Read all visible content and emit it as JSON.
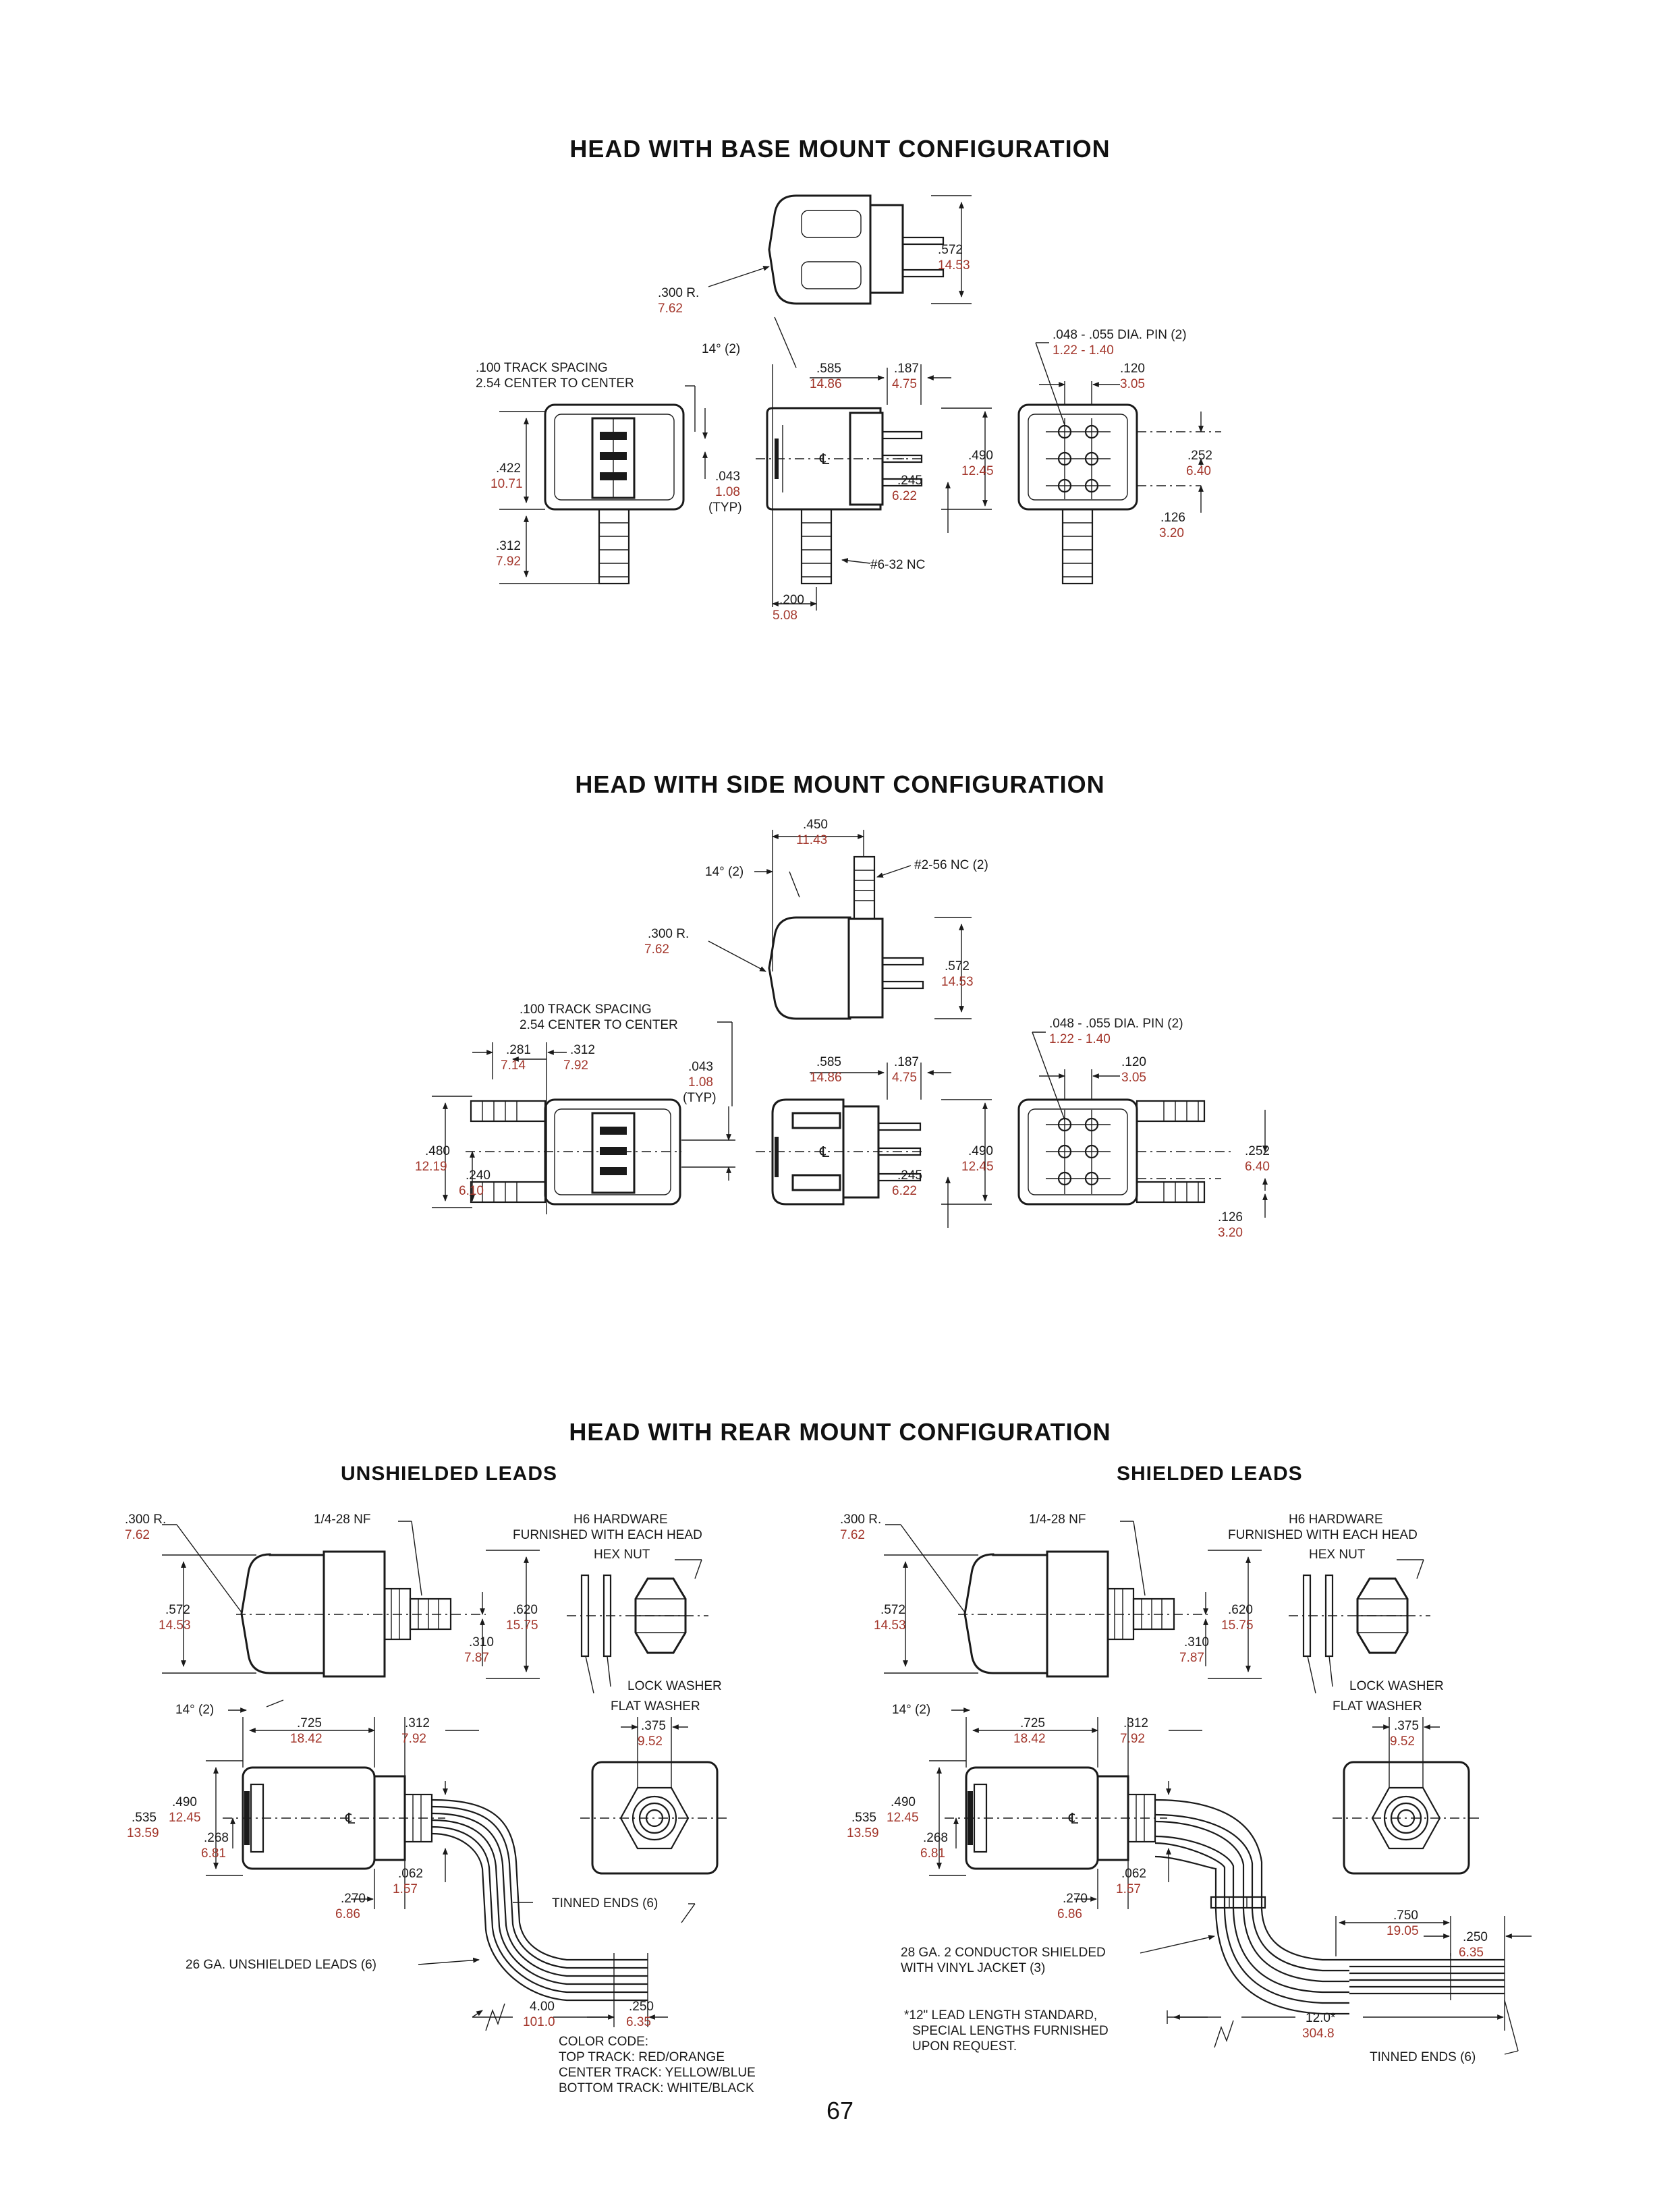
{
  "sections": {
    "base": {
      "title": "HEAD WITH BASE MOUNT CONFIGURATION",
      "labels": {
        "radius_in": ".300 R.",
        "radius_mm": "7.62",
        "angle": "14° (2)",
        "track_in": ".100 TRACK SPACING",
        "track_mm": "2.54  CENTER TO CENTER",
        "d585_in": ".585",
        "d585_mm": "14.86",
        "d187_in": ".187",
        "d187_mm": "4.75",
        "d572_in": ".572",
        "d572_mm": "14.53",
        "pin_in": ".048 - .055 DIA. PIN (2)",
        "pin_mm": "1.22 - 1.40",
        "d120_in": ".120",
        "d120_mm": "3.05",
        "d422_in": ".422",
        "d422_mm": "10.71",
        "d043_in": ".043",
        "d043_mm": "1.08",
        "typ": "(TYP)",
        "d490_in": ".490",
        "d490_mm": "12.45",
        "d245_in": ".245",
        "d245_mm": "6.22",
        "d252_in": ".252",
        "d252_mm": "6.40",
        "d126_in": ".126",
        "d126_mm": "3.20",
        "d312_in": ".312",
        "d312_mm": "7.92",
        "screw": "#6-32 NC",
        "d200_in": ".200",
        "d200_mm": "5.08"
      }
    },
    "side": {
      "title": "HEAD WITH SIDE MOUNT CONFIGURATION",
      "labels": {
        "d450_in": ".450",
        "d450_mm": "11.43",
        "angle": "14° (2)",
        "screw": "#2-56 NC (2)",
        "radius_in": ".300 R.",
        "radius_mm": "7.62",
        "d572_in": ".572",
        "d572_mm": "14.53",
        "track_in": ".100 TRACK SPACING",
        "track_mm": "2.54  CENTER TO CENTER",
        "d281_in": ".281",
        "d281_mm": "7.14",
        "d312_in": ".312",
        "d312_mm": "7.92",
        "d043_in": ".043",
        "d043_mm": "1.08",
        "typ": "(TYP)",
        "d585_in": ".585",
        "d585_mm": "14.86",
        "d187_in": ".187",
        "d187_mm": "4.75",
        "pin_in": ".048 - .055 DIA. PIN (2)",
        "pin_mm": "1.22 - 1.40",
        "d120_in": ".120",
        "d120_mm": "3.05",
        "d480_in": ".480",
        "d480_mm": "12.19",
        "d240_in": ".240",
        "d240_mm": "6.10",
        "d490_in": ".490",
        "d490_mm": "12.45",
        "d245_in": ".245",
        "d245_mm": "6.22",
        "d252_in": ".252",
        "d252_mm": "6.40",
        "d126_in": ".126",
        "d126_mm": "3.20"
      }
    },
    "rear": {
      "title": "HEAD WITH REAR MOUNT CONFIGURATION",
      "left": {
        "subtitle": "UNSHIELDED LEADS",
        "labels": {
          "radius_in": ".300 R.",
          "radius_mm": "7.62",
          "thread": "1/4-28 NF",
          "hw1": "H6 HARDWARE",
          "hw2": "FURNISHED WITH EACH HEAD",
          "hexnut": "HEX NUT",
          "d572_in": ".572",
          "d572_mm": "14.53",
          "d620_in": ".620",
          "d620_mm": "15.75",
          "d310_in": ".310",
          "d310_mm": "7.87",
          "lockwasher": "LOCK WASHER",
          "flatwasher": "FLAT WASHER",
          "angle": "14° (2)",
          "d725_in": ".725",
          "d725_mm": "18.42",
          "d312_in": ".312",
          "d312_mm": "7.92",
          "d375_in": ".375",
          "d375_mm": "9.52",
          "d535_in": ".535",
          "d535_mm": "13.59",
          "d490_in": ".490",
          "d490_mm": "12.45",
          "d268_in": ".268",
          "d268_mm": "6.81",
          "d062_in": ".062",
          "d062_mm": "1.57",
          "d270_in": ".270",
          "d270_mm": "6.86",
          "tinned": "TINNED ENDS (6)",
          "leads": "26 GA. UNSHIELDED LEADS (6)",
          "d400_in": "4.00",
          "d400_mm": "101.0",
          "d250_in": ".250",
          "d250_mm": "6.35",
          "cc1": "COLOR CODE:",
          "cc2": "TOP TRACK: RED/ORANGE",
          "cc3": "CENTER TRACK: YELLOW/BLUE",
          "cc4": "BOTTOM TRACK: WHITE/BLACK"
        }
      },
      "right": {
        "subtitle": "SHIELDED LEADS",
        "labels": {
          "radius_in": ".300 R.",
          "radius_mm": "7.62",
          "thread": "1/4-28 NF",
          "hw1": "H6 HARDWARE",
          "hw2": "FURNISHED WITH EACH HEAD",
          "hexnut": "HEX NUT",
          "d572_in": ".572",
          "d572_mm": "14.53",
          "d620_in": ".620",
          "d620_mm": "15.75",
          "d310_in": ".310",
          "d310_mm": "7.87",
          "lockwasher": "LOCK WASHER",
          "flatwasher": "FLAT WASHER",
          "angle": "14° (2)",
          "d725_in": ".725",
          "d725_mm": "18.42",
          "d312_in": ".312",
          "d312_mm": "7.92",
          "d375_in": ".375",
          "d375_mm": "9.52",
          "d535_in": ".535",
          "d535_mm": "13.59",
          "d490_in": ".490",
          "d490_mm": "12.45",
          "d268_in": ".268",
          "d268_mm": "6.81",
          "d062_in": ".062",
          "d062_mm": "1.57",
          "d270_in": ".270",
          "d270_mm": "6.86",
          "d750_in": ".750",
          "d750_mm": "19.05",
          "d250_in": ".250",
          "d250_mm": "6.35",
          "shield1": "28 GA. 2 CONDUCTOR SHIELDED",
          "shield2": "WITH VINYL JACKET (3)",
          "note1": "*12\" LEAD LENGTH STANDARD,",
          "note2": "SPECIAL LENGTHS FURNISHED",
          "note3": "UPON REQUEST.",
          "d120_in": "12.0*",
          "d120_mm": "304.8",
          "tinned": "TINNED ENDS (6)"
        }
      }
    }
  },
  "page_number": "67"
}
